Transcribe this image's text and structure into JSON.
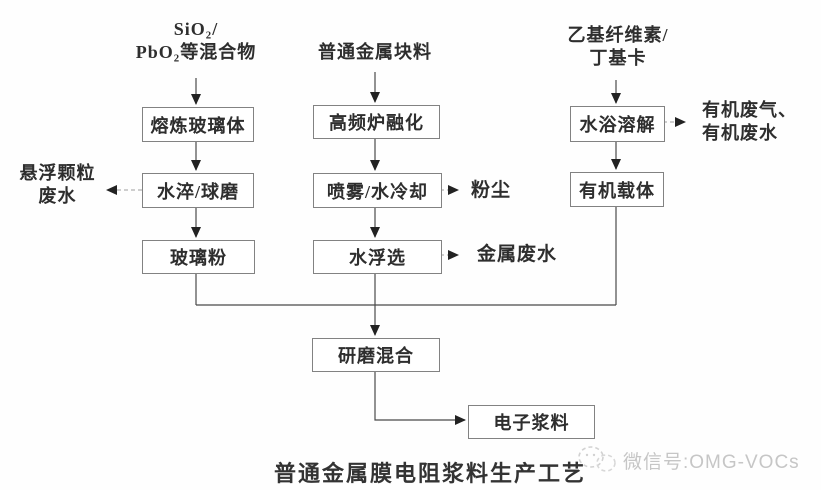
{
  "colors": {
    "background": "#fefefe",
    "box_border": "#828282",
    "text": "#2e2e2e",
    "flow_line": "#4a4a4a",
    "dashed_line": "#9e9e9e",
    "arrowhead": "#222222",
    "watermark": "#c6c6c6"
  },
  "sources": {
    "glass_mixture": {
      "line1": "SiO₂/",
      "line2": "PbO₂等混合物"
    },
    "metal_blocks": {
      "line1": "普通金属块料"
    },
    "organic_materials": {
      "line1": "乙基纤维素/",
      "line2": "丁基卡"
    }
  },
  "process_boxes": {
    "melt_glass": "熔炼玻璃体",
    "water_quench_ball_mill": "水淬/球磨",
    "glass_powder": "玻璃粉",
    "hf_furnace_melting": "高频炉融化",
    "spray_water_cooling": "喷雾/水冷却",
    "water_flotation": "水浮选",
    "water_bath_dissolution": "水浴溶解",
    "organic_carrier": "有机载体",
    "grinding_mixing": "研磨混合",
    "electronic_paste": "电子浆料"
  },
  "byproducts": {
    "suspended_particle_wastewater": {
      "line1": "悬浮颗粒",
      "line2": "废水"
    },
    "dust": "粉尘",
    "metal_wastewater": "金属废水",
    "organic_waste": {
      "line1": "有机废气、",
      "line2": "有机废水"
    }
  },
  "caption": "普通金属膜电阻浆料生产工艺",
  "watermark": {
    "label": "微信号:OMG-VOCs"
  }
}
